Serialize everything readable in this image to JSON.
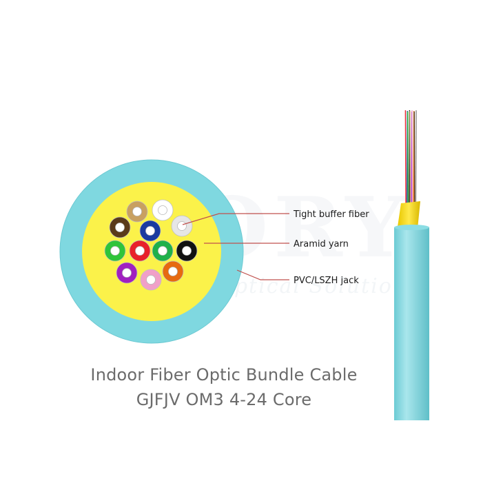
{
  "labels": {
    "tight_buffer": "Tight buffer fiber",
    "aramid": "Aramid yarn",
    "jacket": "PVC/LSZH jack"
  },
  "caption": {
    "line1": "Indoor Fiber Optic Bundle Cable",
    "line2": "GJFJV OM3 4-24 Core"
  },
  "watermark": {
    "main": "SORY",
    "sub": "Fiber Optical Solution"
  },
  "colors": {
    "jacket": "#7fd8e0",
    "jacket_dark": "#5cc3cc",
    "aramid": "#fbf24a",
    "leader": "#c0504d",
    "fibers": [
      "#c8a060",
      "#ffffff",
      "#5a3a1a",
      "#1a3aa0",
      "#e6e6e6",
      "#2fc43a",
      "#e8202a",
      "#1fb04a",
      "#111111",
      "#a020c0",
      "#f0a0c8",
      "#e66a10"
    ]
  },
  "fiber_colors_named": [
    "tan",
    "white",
    "brown",
    "blue",
    "light-grey",
    "lime",
    "red",
    "green",
    "black",
    "violet",
    "pink",
    "orange"
  ]
}
